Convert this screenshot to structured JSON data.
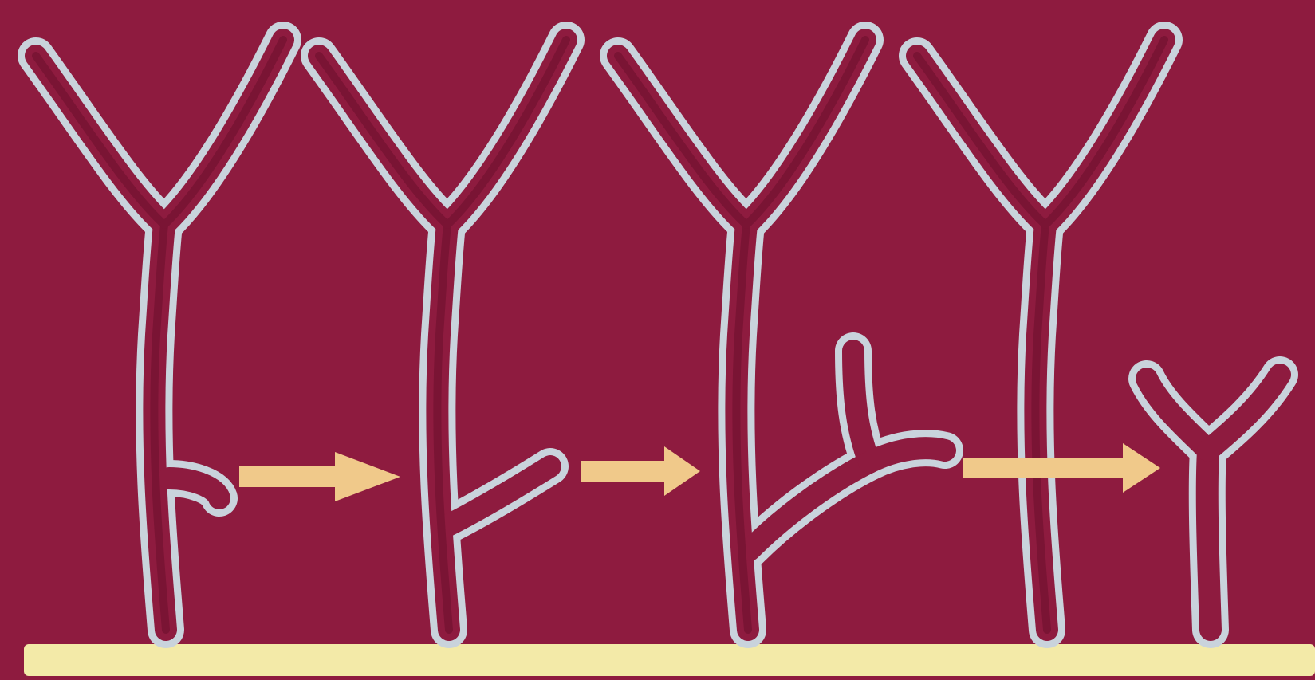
{
  "colors": {
    "background": "#8e1b3f",
    "body_wall": "#c9d3dc",
    "cell_layer": "#e4ebf1",
    "arrow": "#f0c98a",
    "base": "#f3eaa8"
  },
  "diagram": {
    "subject": "hydra-budding",
    "stages": 4,
    "offspring": 1,
    "arrows": 3,
    "labels": []
  }
}
